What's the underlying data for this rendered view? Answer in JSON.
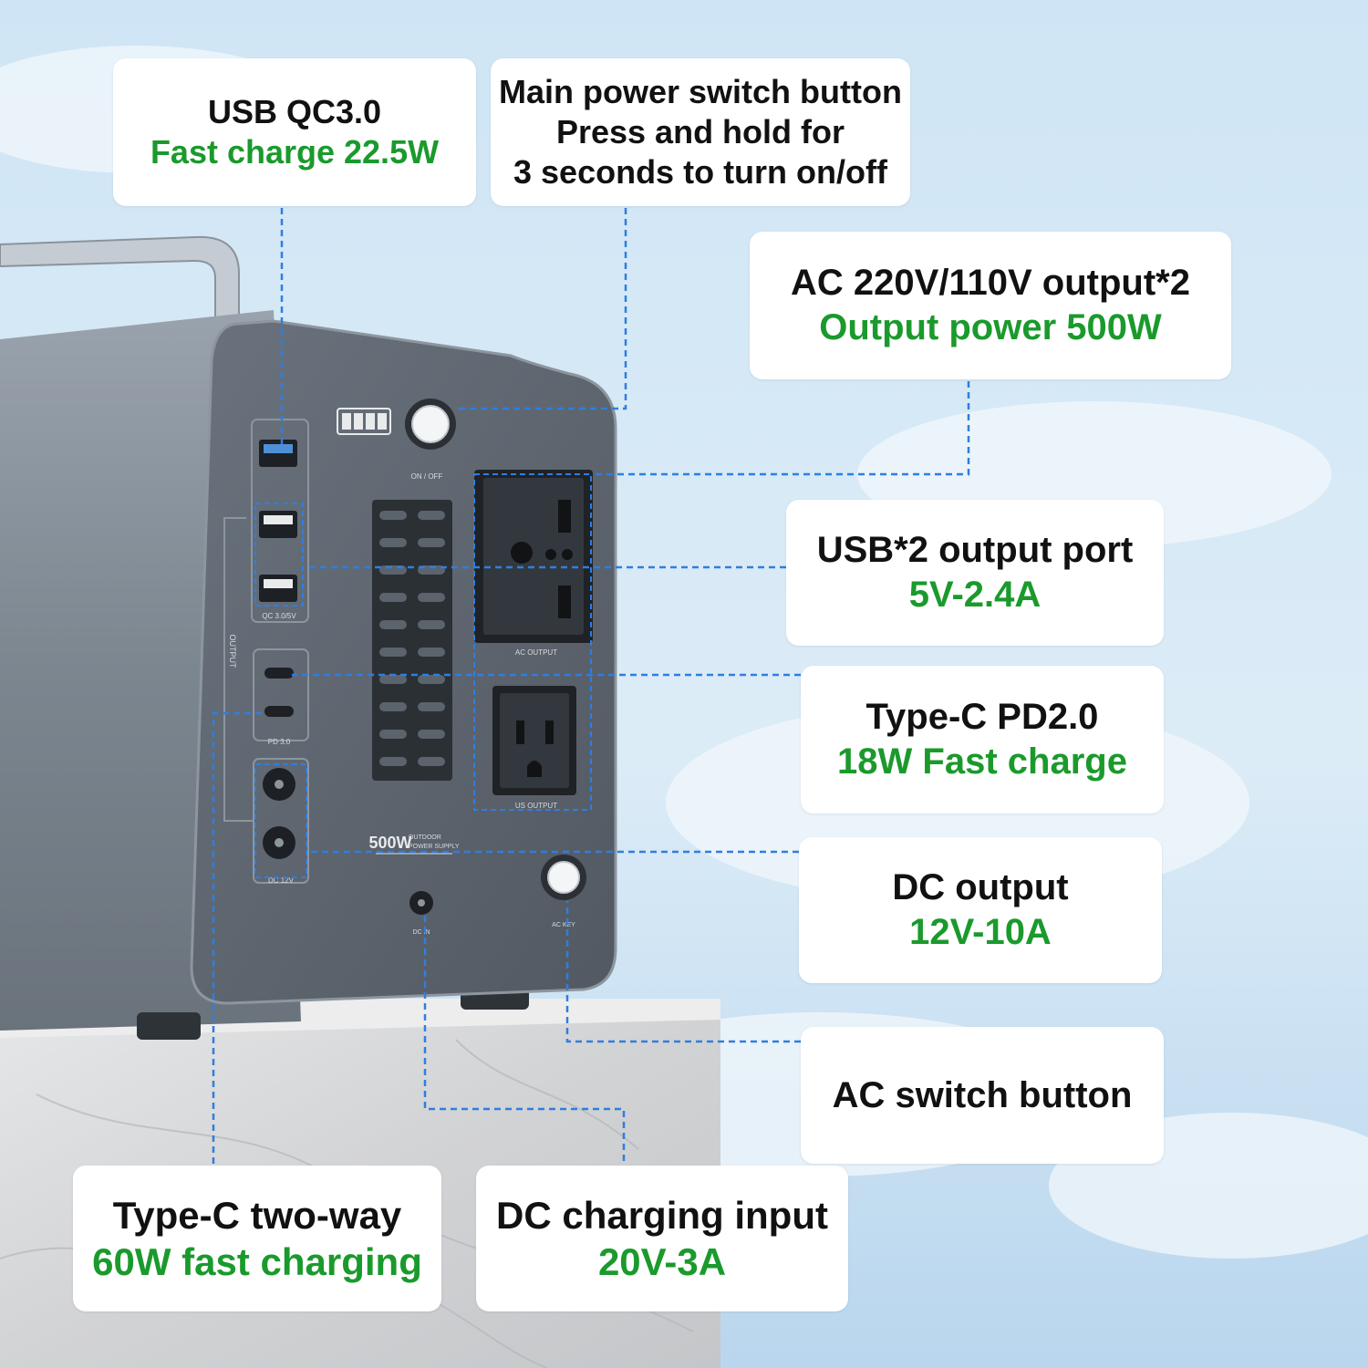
{
  "colors": {
    "title_text": "#111111",
    "spec_text": "#1a9a2c",
    "leader_line": "#2f7ee0",
    "device_face": "#5c6470",
    "device_body": "#7f8994",
    "marble": "#d9dadb"
  },
  "callouts": {
    "usb_qc": {
      "title": "USB QC3.0",
      "spec": "Fast charge 22.5W"
    },
    "main_power": {
      "line1": "Main power switch button",
      "line2": "Press and hold for",
      "line3": "3 seconds to turn on/off"
    },
    "ac_output": {
      "title": "AC 220V/110V output*2",
      "spec": "Output power 500W"
    },
    "usb_output": {
      "title": "USB*2 output port",
      "spec": "5V-2.4A"
    },
    "typec_pd": {
      "title": "Type-C PD2.0",
      "spec": "18W Fast charge"
    },
    "dc_output": {
      "title": "DC output",
      "spec": "12V-10A"
    },
    "ac_switch": {
      "title": "AC switch button"
    },
    "typec_twoway": {
      "title": "Type-C two-way",
      "spec": "60W fast charging"
    },
    "dc_input": {
      "title": "DC charging input",
      "spec": "20V-3A"
    }
  },
  "device_labels": {
    "on_off": "ON / OFF",
    "qc": "QC 3.0/5V",
    "output": "OUTPUT",
    "pd": "PD 3.0",
    "dc12": "DC 12V",
    "ac_output_label": "AC OUTPUT",
    "us_output": "US OUTPUT",
    "capacity": "500W",
    "brand_line1": "OUTDOOR",
    "brand_line2": "POWER SUPPLY",
    "dc_in": "DC IN",
    "ac_key": "AC KEY"
  }
}
